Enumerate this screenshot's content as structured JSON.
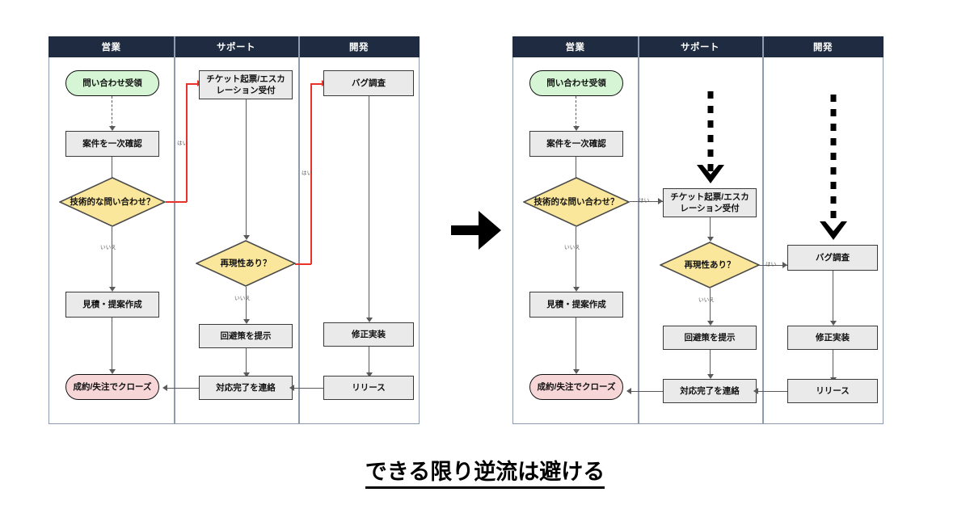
{
  "caption": {
    "text": "できる限り逆流は避ける"
  },
  "colors": {
    "lane_header_bg": "#1f2b40",
    "lane_header_text": "#ffffff",
    "lane_border": "#8d9bb0",
    "process_fill": "#eaeaea",
    "process_stroke": "#3a3a3a",
    "decision_fill": "#fae79b",
    "decision_stroke": "#4a4a4a",
    "start_fill": "#d5f5d5",
    "end_fill": "#f7d6d8",
    "connector": "#5a5a5a",
    "backflow_red": "#e8322a",
    "jump_arrow": "#000000"
  },
  "middle_arrow": {
    "name": "transform-arrow",
    "direction": "right"
  },
  "diagrams": [
    {
      "id": "before",
      "title": "before-flowchart",
      "lanes": [
        {
          "label": "営業"
        },
        {
          "label": "サポート"
        },
        {
          "label": "開発"
        }
      ],
      "nodes": [
        {
          "id": "b-start",
          "lane": 0,
          "type": "terminator-start",
          "label": "問い合わせ受領"
        },
        {
          "id": "b-check",
          "lane": 0,
          "type": "process",
          "label": "案件を一次確認"
        },
        {
          "id": "b-dec1",
          "lane": 0,
          "type": "decision",
          "label": "技術的な問い合わせ？"
        },
        {
          "id": "b-quote",
          "lane": 0,
          "type": "process",
          "label": "見積・提案作成"
        },
        {
          "id": "b-end",
          "lane": 0,
          "type": "terminator-end",
          "label": "成約/失注でクローズ"
        },
        {
          "id": "b-ticket",
          "lane": 1,
          "type": "process",
          "label": "チケット起票/エスカレーション受付"
        },
        {
          "id": "b-dec2",
          "lane": 1,
          "type": "decision",
          "label": "再現性あり？"
        },
        {
          "id": "b-work",
          "lane": 1,
          "type": "process",
          "label": "回避策を提示"
        },
        {
          "id": "b-notify",
          "lane": 1,
          "type": "process",
          "label": "対応完了を連絡"
        },
        {
          "id": "b-bug",
          "lane": 2,
          "type": "process",
          "label": "バグ調査"
        },
        {
          "id": "b-fix",
          "lane": 2,
          "type": "process",
          "label": "修正実装"
        },
        {
          "id": "b-release",
          "lane": 2,
          "type": "process",
          "label": "リリース"
        }
      ],
      "edge_labels": [
        {
          "id": "b-yes1",
          "text": "はい",
          "style": "backflow"
        },
        {
          "id": "b-no1",
          "text": "いいえ",
          "style": "normal"
        },
        {
          "id": "b-yes2",
          "text": "はい",
          "style": "backflow"
        },
        {
          "id": "b-no2",
          "text": "いいえ",
          "style": "normal"
        }
      ]
    },
    {
      "id": "after",
      "title": "after-flowchart",
      "lanes": [
        {
          "label": "営業"
        },
        {
          "label": "サポート"
        },
        {
          "label": "開発"
        }
      ],
      "nodes": [
        {
          "id": "a-start",
          "lane": 0,
          "type": "terminator-start",
          "label": "問い合わせ受領"
        },
        {
          "id": "a-check",
          "lane": 0,
          "type": "process",
          "label": "案件を一次確認"
        },
        {
          "id": "a-dec1",
          "lane": 0,
          "type": "decision",
          "label": "技術的な問い合わせ？"
        },
        {
          "id": "a-quote",
          "lane": 0,
          "type": "process",
          "label": "見積・提案作成"
        },
        {
          "id": "a-end",
          "lane": 0,
          "type": "terminator-end",
          "label": "成約/失注でクローズ"
        },
        {
          "id": "a-ticket",
          "lane": 1,
          "type": "process",
          "label": "チケット起票/エスカレーション受付"
        },
        {
          "id": "a-dec2",
          "lane": 1,
          "type": "decision",
          "label": "再現性あり？"
        },
        {
          "id": "a-work",
          "lane": 1,
          "type": "process",
          "label": "回避策を提示"
        },
        {
          "id": "a-notify",
          "lane": 1,
          "type": "process",
          "label": "対応完了を連絡"
        },
        {
          "id": "a-bug",
          "lane": 2,
          "type": "process",
          "label": "バグ調査"
        },
        {
          "id": "a-fix",
          "lane": 2,
          "type": "process",
          "label": "修正実装"
        },
        {
          "id": "a-release",
          "lane": 2,
          "type": "process",
          "label": "リリース"
        }
      ],
      "edge_labels": [
        {
          "id": "a-yes1",
          "text": "はい",
          "style": "normal"
        },
        {
          "id": "a-no1",
          "text": "いいえ",
          "style": "normal"
        },
        {
          "id": "a-yes2",
          "text": "はい",
          "style": "normal"
        },
        {
          "id": "a-no2",
          "text": "いいえ",
          "style": "normal"
        }
      ]
    }
  ]
}
